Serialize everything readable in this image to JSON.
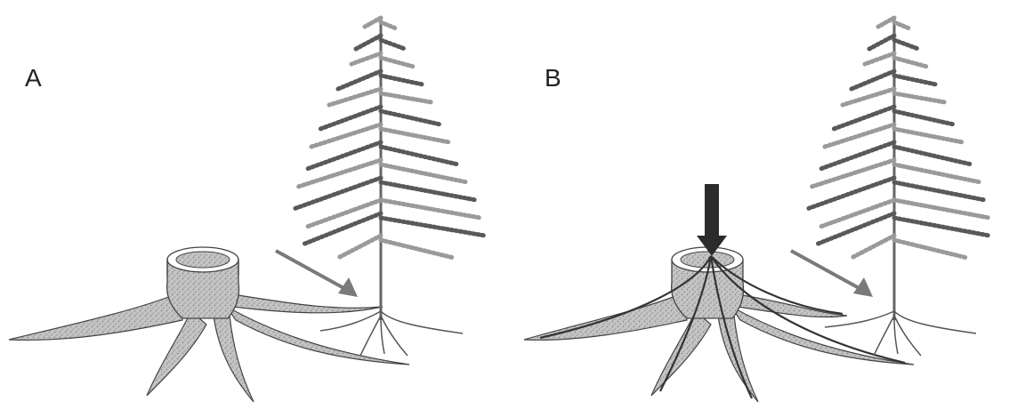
{
  "panels": [
    {
      "label": "A",
      "arrows": [
        "spread-arrow"
      ]
    },
    {
      "label": "B",
      "arrows": [
        "treatment-arrow",
        "spread-arrow"
      ]
    }
  ],
  "colors": {
    "outline": "#444444",
    "infected_fill": "#b8b8b8",
    "arrow_gray": "#7a7a7a",
    "arrow_dark": "#2b2b2b",
    "tree_dark": "#595959",
    "tree_light": "#9a9a9a",
    "vein": "#333333"
  },
  "icons": {
    "stump": "tree-stump-icon",
    "tree": "conifer-sapling-icon",
    "spread": "gray-diagonal-arrow-icon",
    "treatment": "black-down-arrow-icon"
  }
}
